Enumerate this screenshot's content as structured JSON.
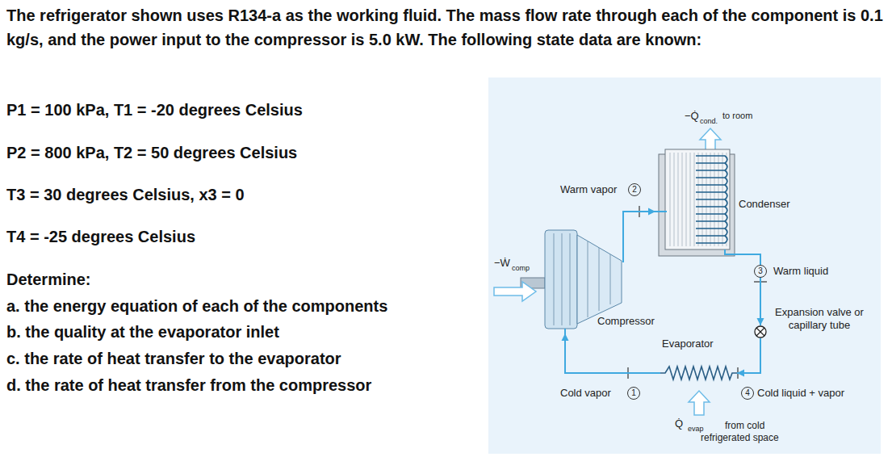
{
  "diagram": {
    "nodes": [
      {
        "text": [
          "Compressor"
        ]
      },
      {
        "text": [
          "Condenser"
        ]
      },
      {
        "text": [
          "Expansion valve or capillary tube"
        ]
      },
      {
        "text": [
          "Evaporator"
        ]
      }
    ],
    "edges": [
      {
        "from": 0,
        "to": 1,
        "arrow": "to"
      },
      {
        "from": 1,
        "to": 2,
        "arrow": "to"
      },
      {
        "from": 2,
        "to": 3,
        "arrow": "to"
      },
      {
        "from": 3,
        "to": 0,
        "arrow": "to"
      }
    ],
    "labels": [
      "The refrigerator shown uses R134-a as the working fluid. The mass flow rate through each of the component is 0.1 kg/s, and the power input to the compressor is 5.0 kW. The following state data are known:",
      "P1 = 100 kPa, T1 = -20 degrees Celsius",
      "P2 = 800 kPa, T2 = 50 degrees Celsius",
      "T3 = 30 degrees Celsius, x3 = 0",
      "T4 = -25 degrees Celsius",
      "Determine:",
      "a. the energy equation of each of the components",
      "b. the quality at the evaporator inlet",
      "c. the rate of heat transfer to the evaporator",
      "d. the rate of heat transfer from the compressor",
      "−Q̇",
      "cond.",
      "to room",
      "Warm vapor",
      "2",
      "Warm liquid",
      "3",
      "−Ẇ",
      "comp",
      "Cold vapor",
      "1",
      "4",
      "Cold liquid + vapor",
      "Q̇",
      "evap",
      "from cold refrigerated space"
    ]
  }
}
